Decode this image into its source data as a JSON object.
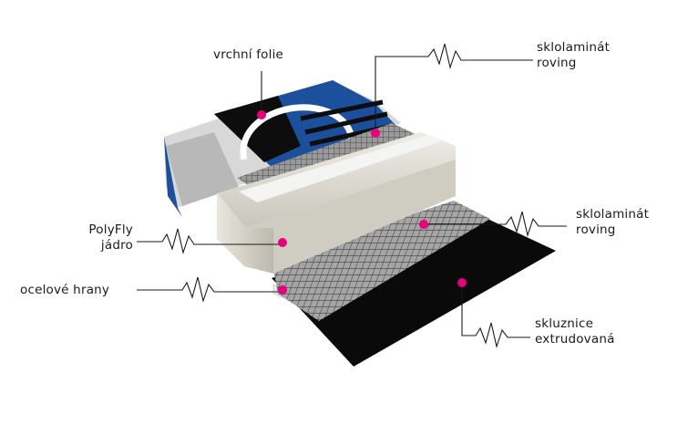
{
  "labels": {
    "top_foil": "vrchní folie",
    "fiberglass_top_line1": "sklolaminát",
    "fiberglass_top_line2": "roving",
    "core_line1": "PolyFly",
    "core_line2": "jádro",
    "steel_edges": "ocelové hrany",
    "fiberglass_mid_line1": "sklolaminát",
    "fiberglass_mid_line2": "roving",
    "base_line1": "skluznice",
    "base_line2": "extrudovaná"
  },
  "colors": {
    "marker": "#e6007e",
    "foil_blue": "#1c4f9c",
    "base_black": "#0a0a0a",
    "core": "#dedcd4",
    "mesh": "#7d7d7d",
    "line": "#1a1a1a"
  }
}
